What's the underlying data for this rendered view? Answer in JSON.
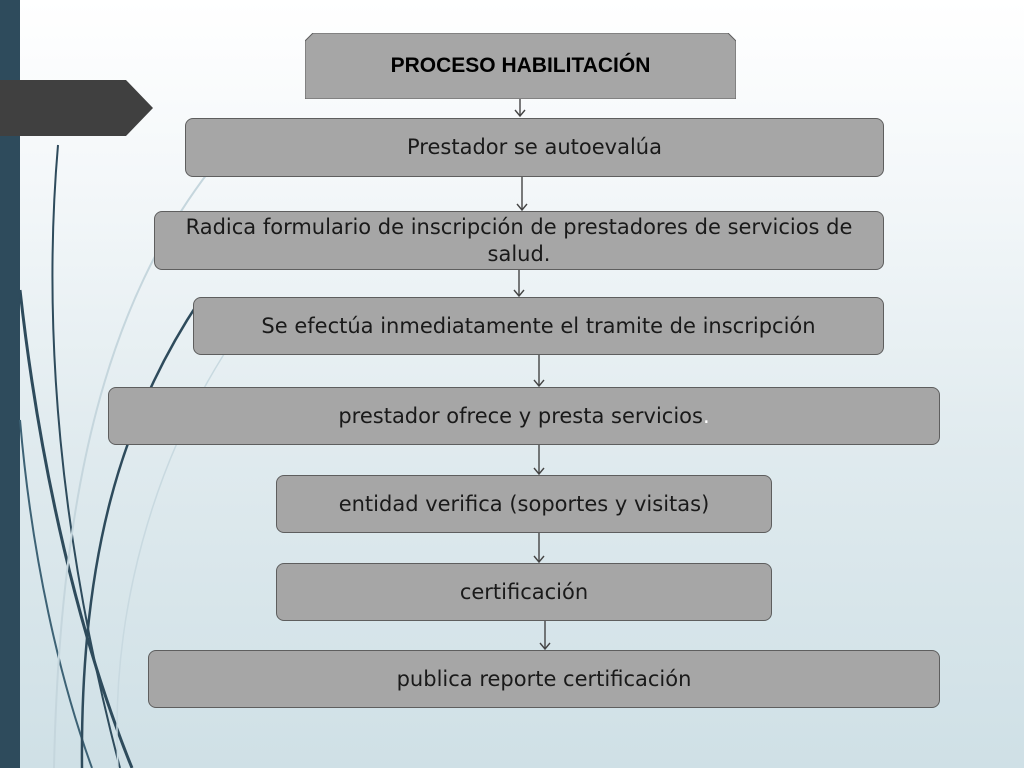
{
  "diagram": {
    "title": "PROCESO HABILITACIÓN",
    "steps": [
      {
        "text": "Prestador se autoevalúa"
      },
      {
        "text": "Radica formulario de inscripción  de prestadores de servicios de salud."
      },
      {
        "text": "Se efectúa inmediatamente el tramite  de inscripción"
      },
      {
        "text": "prestador  ofrece y presta servicios",
        "suffix": "."
      },
      {
        "text": "entidad verifica (soportes y visitas)"
      },
      {
        "text": "certificación"
      },
      {
        "text": "publica reporte certificación"
      }
    ]
  },
  "colors": {
    "box_fill": "#a6a6a6",
    "box_border": "#5e5e5e",
    "sidebar_bar": "#2e4b5c",
    "banner_tab": "#404040",
    "connector": "#444444"
  }
}
